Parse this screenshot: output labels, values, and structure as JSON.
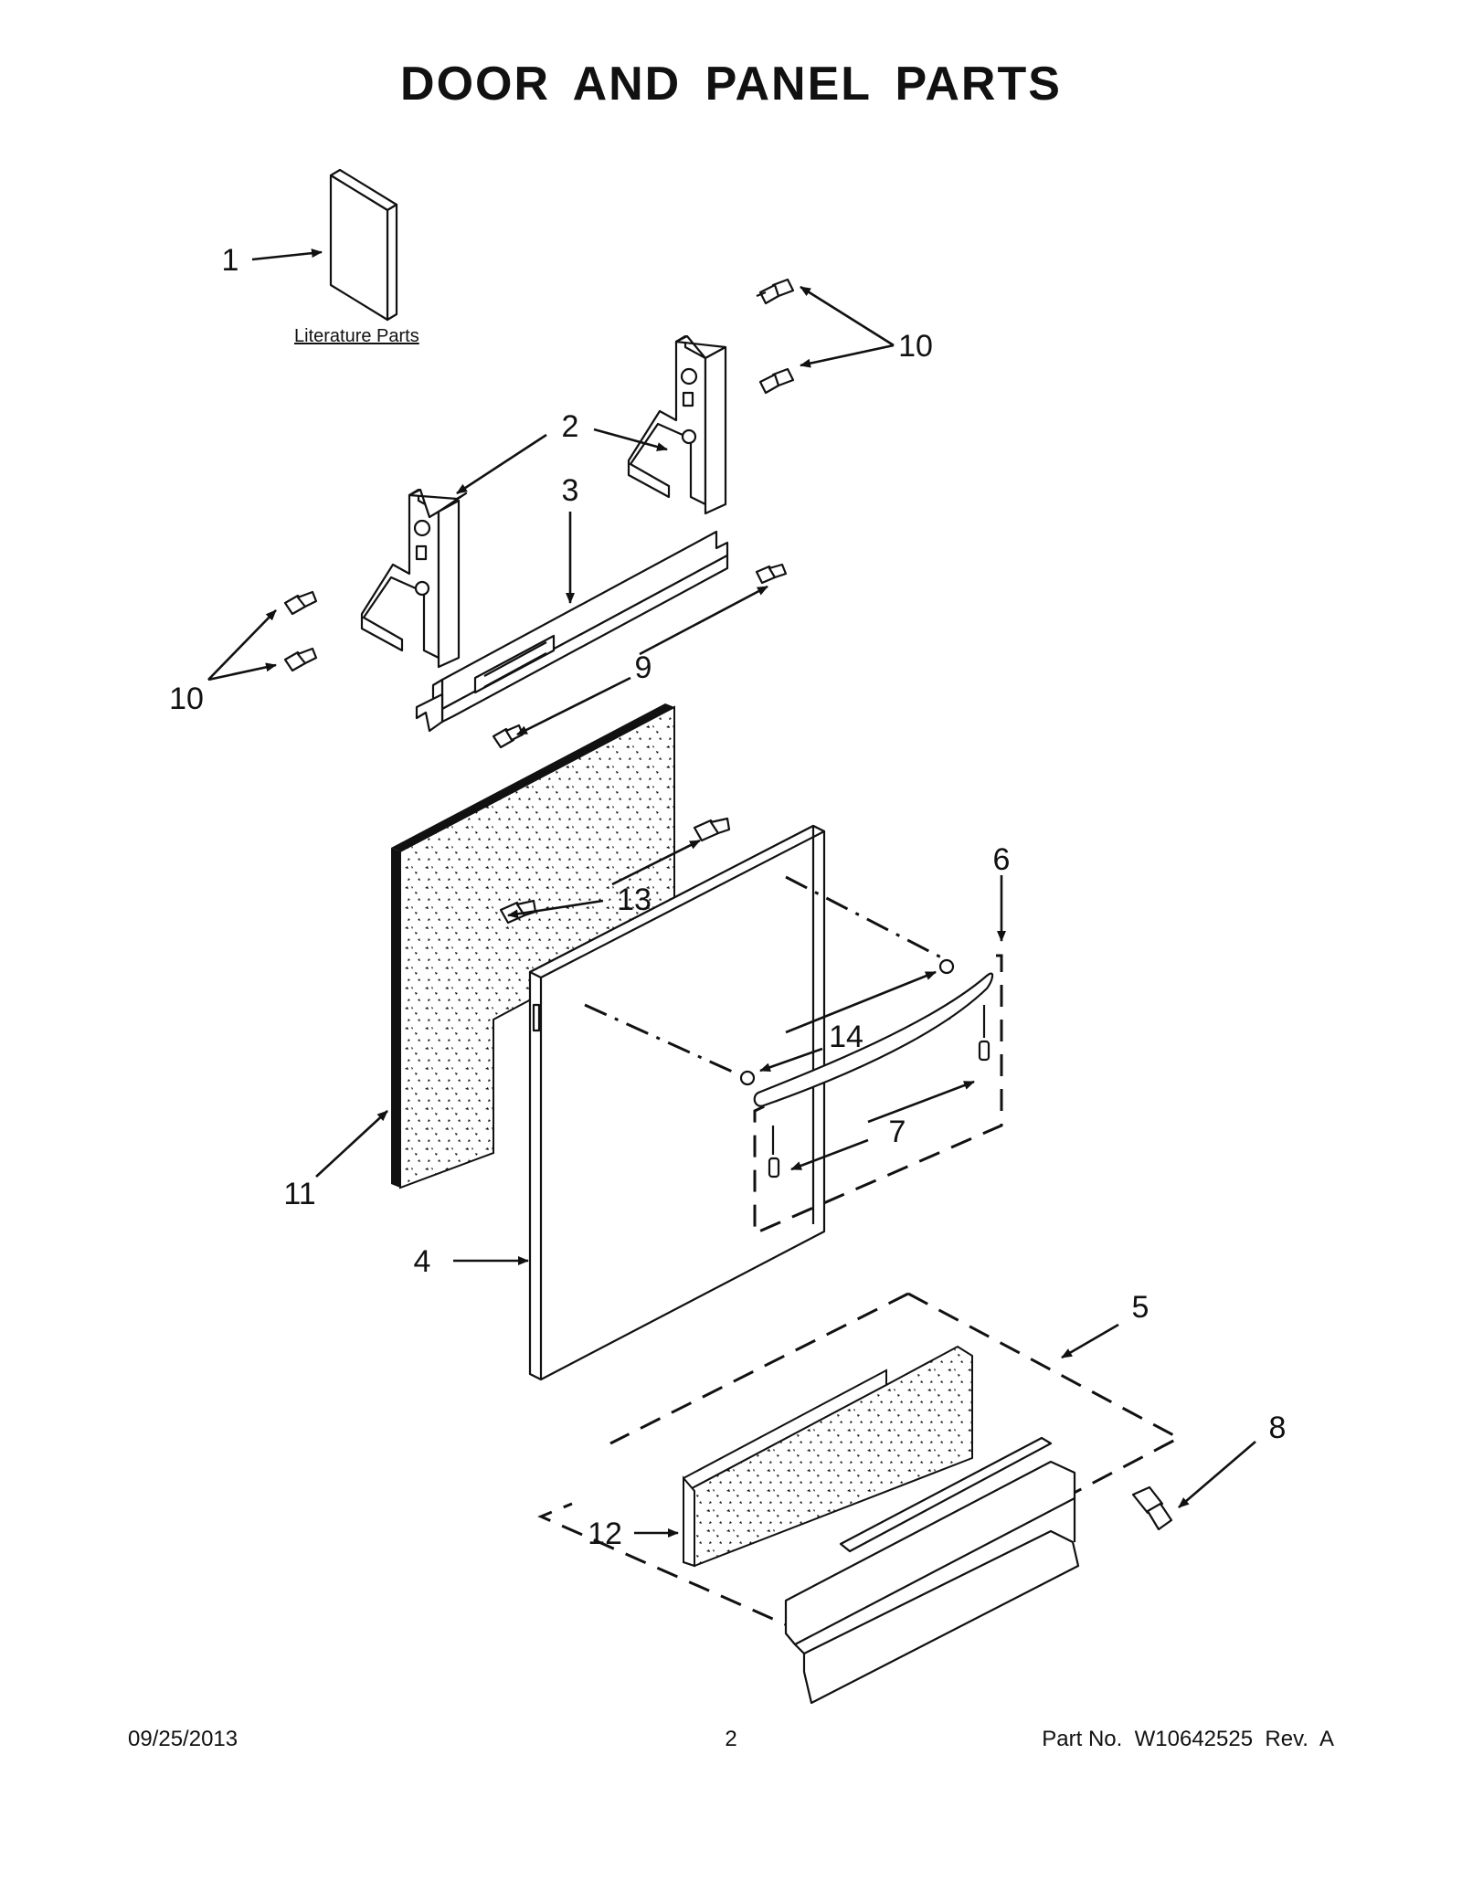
{
  "title": "DOOR AND PANEL PARTS",
  "literature_label": "Literature Parts",
  "callouts": {
    "c1": "1",
    "c2": "2",
    "c3": "3",
    "c4": "4",
    "c5": "5",
    "c6": "6",
    "c7": "7",
    "c8": "8",
    "c9": "9",
    "c10a": "10",
    "c10b": "10",
    "c11": "11",
    "c12": "12",
    "c13": "13",
    "c14": "14"
  },
  "footer": {
    "date": "09/25/2013",
    "page": "2",
    "part_no": "Part No.  W10642525  Rev.  A"
  }
}
